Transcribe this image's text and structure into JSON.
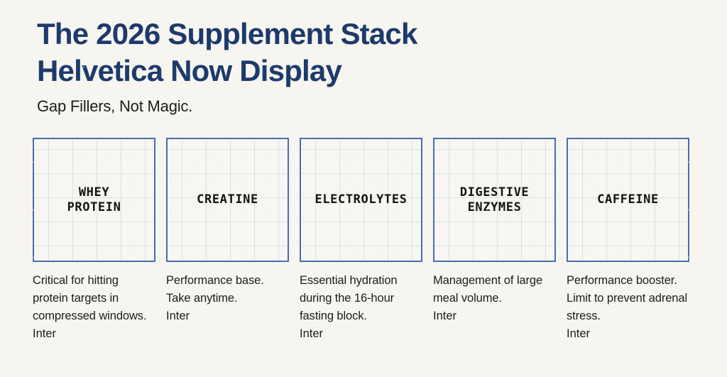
{
  "headline": {
    "line1": "The 2026 Supplement Stack",
    "line2": "Helvetica Now Display"
  },
  "subtitle": "Gap Fillers, Not Magic.",
  "colors": {
    "background": "#f6f5f0",
    "headline": "#1d3a6b",
    "card_border": "#4a6cb0",
    "card_fill": "#f7f6f2",
    "body_text": "#1c1c1a",
    "card_label": "#131313",
    "grid_line": "#3c465f"
  },
  "cards": [
    {
      "label": "WHEY\nPROTEIN",
      "caption": "Critical for hitting protein targets in compressed windows.",
      "font_note": "Inter"
    },
    {
      "label": "CREATINE",
      "caption": "Performance base. Take anytime.",
      "font_note": "Inter"
    },
    {
      "label": "ELECTROLYTES",
      "caption": "Essential hydration during the 16-hour fasting block.",
      "font_note": "Inter"
    },
    {
      "label": "DIGESTIVE\nENZYMES",
      "caption": "Management of large meal volume.",
      "font_note": "Inter"
    },
    {
      "label": "CAFFEINE",
      "caption": "Performance booster. Limit to prevent adrenal stress.",
      "font_note": "Inter"
    }
  ]
}
